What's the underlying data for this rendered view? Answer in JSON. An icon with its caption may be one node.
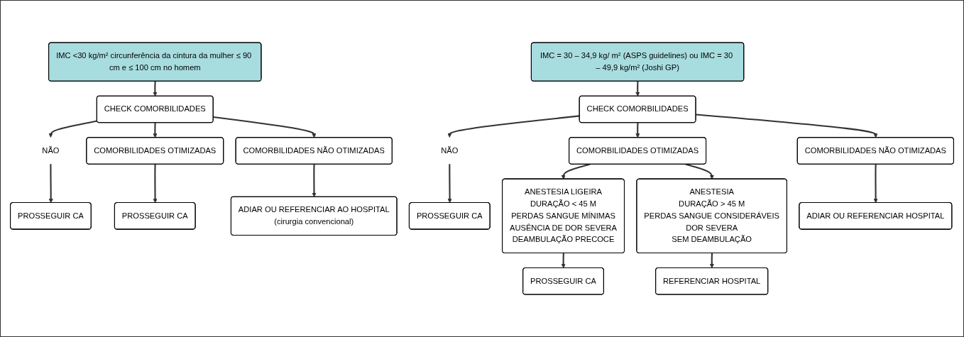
{
  "diagram": {
    "nodes": [
      {
        "text": [
          "IMC <30 kg/m² circunferência da cintura da mulher ≤ 90 cm e ≤ 100 cm no homem"
        ]
      },
      {
        "text": [
          "CHECK COMORBILIDADES"
        ]
      },
      {
        "text": [
          "NÃO"
        ]
      },
      {
        "text": [
          "PROSSEGUIR CA"
        ]
      },
      {
        "text": [
          "COMORBILIDADES OTIMIZADAS"
        ]
      },
      {
        "text": [
          "COMORBILIDADES NÃO OTIMIZADAS"
        ]
      },
      {
        "text": [
          "PROSSEGUIR CA"
        ]
      },
      {
        "text": [
          "ADIAR OU REFERENCIAR AO HOSPITAL",
          "(cirurgia convencional)"
        ]
      },
      {
        "text": [
          "IMC = 30 – 34,9 kg/ m² (ASPS guidelines) ou IMC = 30 – 49,9 kg/m² (Joshi GP)"
        ]
      },
      {
        "text": [
          "CHECK COMORBILIDADES"
        ]
      },
      {
        "text": [
          "NÃO"
        ]
      },
      {
        "text": [
          "PROSSEGUIR CA"
        ]
      },
      {
        "text": [
          "COMORBILIDADES OTIMIZADAS"
        ]
      },
      {
        "text": [
          "COMORBILIDADES NÃO OTIMIZADAS"
        ]
      },
      {
        "text": [
          "ANESTESIA LIGEIRA",
          "DURAÇÃO < 45 M",
          "PERDAS SANGUE MÍNIMAS",
          "AUSÊNCIA DE DOR SEVERA",
          "DEAMBULAÇÃO PRECOCE"
        ]
      },
      {
        "text": [
          "ANESTESIA",
          "DURAÇÃO > 45 M",
          "PERDAS SANGUE CONSIDERÁVEIS",
          "DOR SEVERA",
          "SEM DEAMBULAÇÃO"
        ]
      },
      {
        "text": [
          "ADIAR OU REFERENCIAR HOSPITAL"
        ]
      },
      {
        "text": [
          "PROSSEGUIR CA"
        ]
      },
      {
        "text": [
          "REFERENCIAR HOSPITAL"
        ]
      }
    ],
    "edges": [
      {
        "from": 0,
        "to": 1,
        "arrow": "to"
      },
      {
        "from": 1,
        "to": 2,
        "arrow": "to"
      },
      {
        "from": 2,
        "to": 3,
        "arrow": "to"
      },
      {
        "from": 1,
        "to": 4,
        "arrow": "to"
      },
      {
        "from": 1,
        "to": 5,
        "arrow": "to"
      },
      {
        "from": 4,
        "to": 6,
        "arrow": "to"
      },
      {
        "from": 5,
        "to": 7,
        "arrow": "to"
      },
      {
        "from": 8,
        "to": 9,
        "arrow": "to"
      },
      {
        "from": 9,
        "to": 10,
        "arrow": "to"
      },
      {
        "from": 10,
        "to": 11,
        "arrow": "to"
      },
      {
        "from": 9,
        "to": 12,
        "arrow": "to"
      },
      {
        "from": 9,
        "to": 13,
        "arrow": "to"
      },
      {
        "from": 12,
        "to": 14,
        "arrow": "to"
      },
      {
        "from": 12,
        "to": 15,
        "arrow": "to"
      },
      {
        "from": 13,
        "to": 16,
        "arrow": "to"
      },
      {
        "from": 14,
        "to": 17,
        "arrow": "to"
      },
      {
        "from": 15,
        "to": 18,
        "arrow": "to"
      }
    ]
  }
}
